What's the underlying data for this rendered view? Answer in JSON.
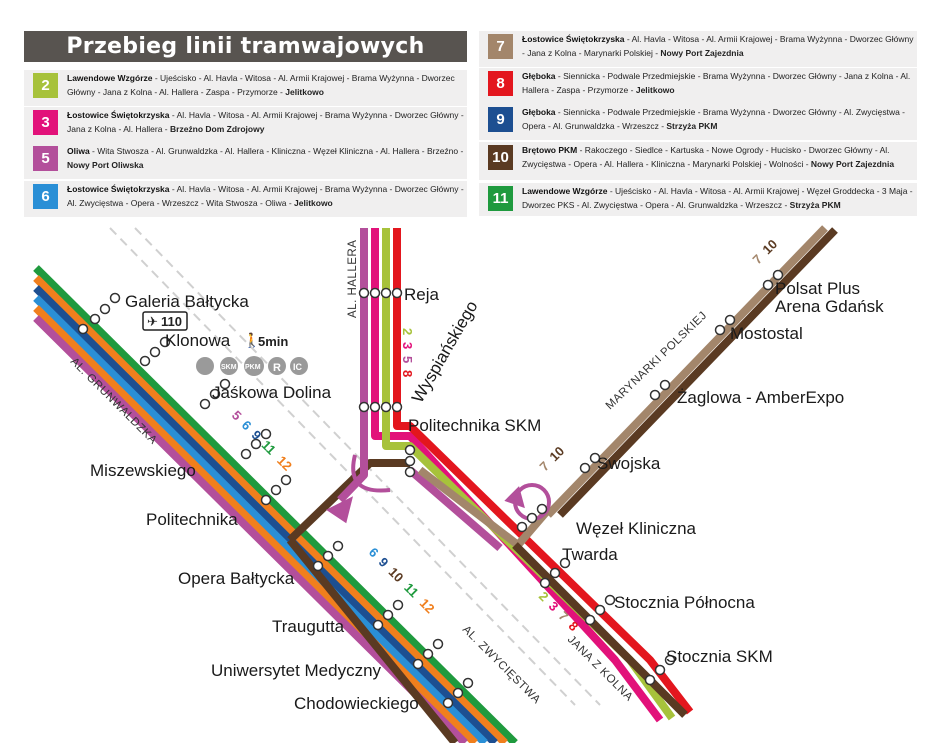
{
  "title": "Przebieg linii tramwajowych",
  "lines": [
    {
      "number": "2",
      "color": "#a7c23b",
      "start": "Lawendowe Wzgórze",
      "via": "Ujeścisko - Al. Havla - Witosa - Al. Armii Krajowej - Brama Wyżynna - Dworzec Główny - Jana z Kolna - Al. Hallera - Zaspa - Przymorze - ",
      "end": "Jelitkowo"
    },
    {
      "number": "3",
      "color": "#e2127a",
      "start": "Łostowice Świętokrzyska",
      "via": "Al. Havla - Witosa - Al. Armii Krajowej - Brama Wyżynna - Dworzec Główny - Jana z Kolna - Al. Hallera - ",
      "end": "Brzeźno Dom Zdrojowy"
    },
    {
      "number": "5",
      "color": "#b34f9b",
      "start": "Oliwa",
      "via": "Wita Stwosza - Al. Grunwaldzka - Al. Hallera - Kliniczna - Węzeł Kliniczna - Al. Hallera - Brzeźno - ",
      "end": "Nowy Port Oliwska"
    },
    {
      "number": "6",
      "color": "#2a8fd6",
      "start": "Łostowice Świętokrzyska",
      "via": "Al. Havla - Witosa - Al. Armii Krajowej - Brama Wyżynna - Dworzec Główny - Al. Zwycięstwa - Opera - Wrzeszcz - Wita Stwosza - Oliwa - ",
      "end": "Jelitkowo"
    },
    {
      "number": "7",
      "color": "#a3866b",
      "start": "Łostowice Świętokrzyska",
      "via": "Al. Havla - Witosa - Al. Armii Krajowej - Brama Wyżynna - Dworzec Główny - Jana z Kolna - Marynarki Polskiej - ",
      "end": "Nowy Port Zajezdnia"
    },
    {
      "number": "8",
      "color": "#e3161e",
      "start": "Głęboka",
      "via": "Siennicka - Podwale Przedmiejskie - Brama Wyżynna - Dworzec Główny - Jana z Kolna - Al. Hallera - Zaspa - Przymorze - ",
      "end": "Jelitkowo"
    },
    {
      "number": "9",
      "color": "#1d4f91",
      "start": "Głęboka",
      "via": "Siennicka - Podwale Przedmiejskie - Brama Wyżynna - Dworzec Główny - Al. Zwycięstwa - Opera - Al. Grunwaldzka - Wrzeszcz - ",
      "end": "Strzyża PKM"
    },
    {
      "number": "10",
      "color": "#5a3a22",
      "start": "Brętowo PKM",
      "via": "Rakoczego - Siedlce - Kartuska - Nowe Ogrody - Hucisko - Dworzec Główny - Al. Zwycięstwa - Opera - Al. Hallera - Kliniczna - Marynarki Polskiej - Wolności - ",
      "end": "Nowy Port Zajezdnia"
    },
    {
      "number": "11",
      "color": "#1f9a3e",
      "start": "Lawendowe Wzgórze",
      "via": "Ujeścisko - Al. Havla - Witosa - Al. Armii Krajowej - Węzeł Groddecka - 3 Maja - Dworzec PKS - Al. Zwycięstwa - Opera - Al. Grunwaldzka - Wrzeszcz - ",
      "end": "Strzyża PKM"
    }
  ],
  "stops": {
    "galeria": "Galeria Bałtycka",
    "bus_number": "110",
    "klonowa": "Klonowa",
    "walk": "5min",
    "transfer": [
      "SKM",
      "PKM",
      "R",
      "IC"
    ],
    "jaskowa": "Jaśkowa Dolina",
    "miszewskiego": "Miszewskiego",
    "politechnika": "Politechnika",
    "opera": "Opera Bałtycka",
    "traugutta": "Traugutta",
    "uniwersytet": "Uniwersytet Medyczny",
    "chodowieckiego": "Chodowieckiego",
    "reja": "Reja",
    "wyspianskiego": "Wyspiańskiego",
    "politechnika_skm": "Politechnika SKM",
    "swojska": "Swojska",
    "wezel": "Węzeł Kliniczna",
    "twarda": "Twarda",
    "stocznia_pn": "Stocznia Północna",
    "stocznia_skm": "Stocznia SKM",
    "zaglowa": "Żaglowa - AmberExpo",
    "mostostal": "Mostostal",
    "polsat1": "Polsat Plus",
    "polsat2": "Arena Gdańsk"
  },
  "streets": {
    "grunwaldzka": "AL. GRUNWALDZKA",
    "hallera": "AL. HALLERA",
    "zwyciestwa": "AL. ZWYCIĘSTWA",
    "jana": "JANA Z KOLNA",
    "marynarki": "MARYNARKI POLSKIEJ"
  },
  "route_labels": {
    "grunwaldzka_top": [
      "5",
      "6",
      "9",
      "11",
      "12"
    ],
    "zwyciestwa_mid": [
      "6",
      "9",
      "10",
      "11",
      "12"
    ],
    "hallera": [
      "2",
      "3",
      "5",
      "8"
    ],
    "jana": [
      "2",
      "3",
      "7",
      "8"
    ],
    "marynarki_lower": [
      "7",
      "10"
    ],
    "marynarki_upper": [
      "7",
      "10"
    ]
  },
  "extra_colors": {
    "line12": "#f07f1d",
    "rail": "#cfcfcf"
  }
}
